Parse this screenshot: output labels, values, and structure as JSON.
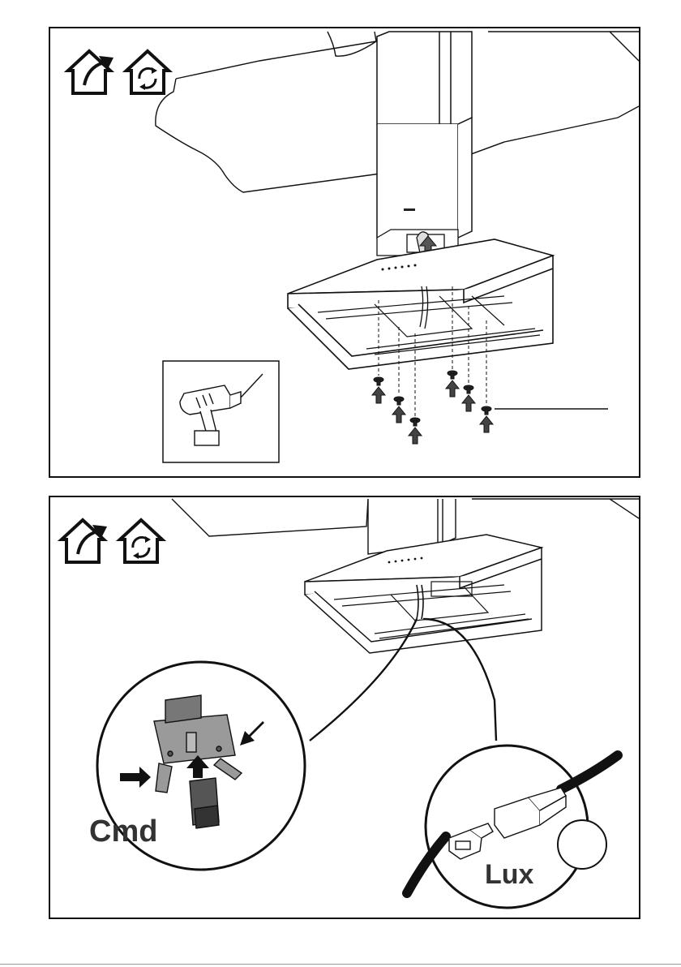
{
  "panels": [
    {
      "id": "top",
      "icons": [
        "ducted-mode-icon",
        "recirculation-mode-icon"
      ]
    },
    {
      "id": "bottom",
      "icons": [
        "ducted-mode-icon",
        "recirculation-mode-icon"
      ]
    }
  ],
  "labels": {
    "cmd": "Cmd",
    "lux": "Lux"
  },
  "colors": {
    "line": "#111111",
    "grey": "#888888",
    "text": "#333333"
  }
}
